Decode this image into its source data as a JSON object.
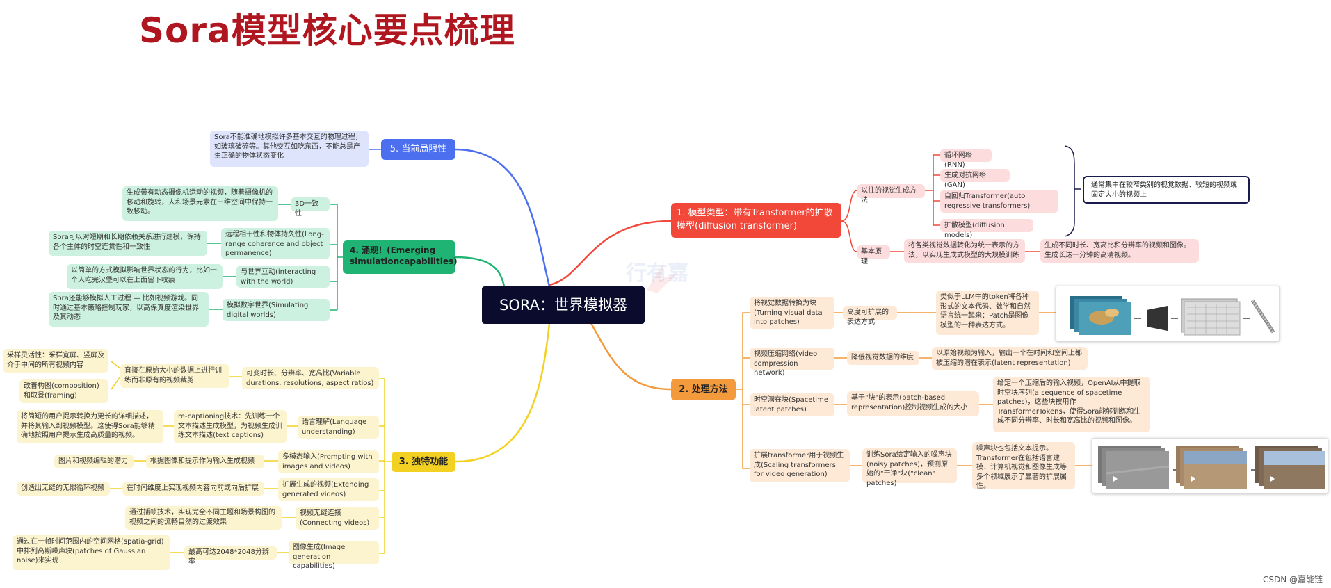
{
  "title": "Sora模型核心要点梳理",
  "root": "SORA：世界模拟器",
  "watermark": "行有嘉",
  "credit": "CSDN @嘉能链",
  "branch1": {
    "label": "1. 模型类型：带有Transformer的扩散模型(diffusion transformer)",
    "prev": "以往的视觉生成方法",
    "prev_items": [
      "循环网络(RNN)",
      "生成对抗网络(GAN)",
      "自回归Transformer(auto regressive transformers)",
      "扩散模型(diffusion models)"
    ],
    "prev_note": "通常集中在较窄类别的视觉数据、较短的视频或固定大小的视频上",
    "basic": "基本原理",
    "basic_desc": "将各类视觉数据转化为统一表示的方法，以实现生成式模型的大规模训练",
    "basic_result": "生成不同时长、宽高比和分辨率的视频和图像。生成长达一分钟的高清视频。"
  },
  "branch2": {
    "label": "2. 处理方法",
    "items": [
      {
        "a": "将视觉数据转换为块(Turning visual data into patches)",
        "b": "高度可扩展的表达方式",
        "c": "类似于LLM中的token将各种形式的文本代码、数学和自然语言统一起来：Patch是图像模型的一种表达方式。"
      },
      {
        "a": "视频压缩网络(video compression network)",
        "b": "降低视觉数据的维度",
        "c": "以原始视频为输入，输出一个在时间和空间上都被压缩的潜在表示(latent representation)"
      },
      {
        "a": "时空潜在块(Spacetime latent patches)",
        "b": "基于\"块\"的表示(patch-based representation)控制视频生成的大小",
        "c": "给定一个压缩后的输入视频，OpenAI从中提取时空块序列(a sequence of spacetime patches)，这些块被用作TransformerTokens，使得Sora能够训练和生成不同分辨率、时长和宽高比的视频和图像。"
      },
      {
        "a": "扩展transformer用于视频生成(Scaling transformers for video generation)",
        "b": "训练Sora给定输入的噪声块(noisy patches)，预测原始的\"干净\"块(\"clean\" patches)",
        "c": "噪声块也包括文本提示。Transformer在包括语言建模、计算机视觉和图像生成等多个领域展示了显著的扩展属性。"
      }
    ]
  },
  "branch3": {
    "label": "3. 独特功能",
    "items": [
      {
        "a": "可变时长、分辨率、宽高比(Variable durations, resolutions, aspect ratios)",
        "b": "直接在原始大小的数据上进行训练而非原有的视频裁剪",
        "c": [
          "采样灵活性：采样宽屏、竖屏及介于中间的所有视频内容",
          "改善构图(composition)和取景(framing)"
        ]
      },
      {
        "a": "语言理解(Language understanding)",
        "b": "re-captioning技术：先训练一个文本描述生成模型，为视频生成训练文本描述(text captions)",
        "c": [
          "将简短的用户提示转换为更长的详细描述，并将其输入到视频模型。这使得Sora能够精确地按照用户提示生成高质量的视频。"
        ]
      },
      {
        "a": "多模态输入(Prompting with images and videos)",
        "b": "根据图像和提示作为输入生成视频",
        "c": [
          "图片和视频编辑的潜力"
        ]
      },
      {
        "a": "扩展生成的视频(Extending generated videos)",
        "b": "在时间维度上实现视频内容向前或向后扩展",
        "c": [
          "创造出无缝的无限循环视频"
        ]
      },
      {
        "a": "视频无缝连接(Connecting videos)",
        "b": "通过插帧技术，实现完全不同主题和场景构图的视频之间的流畅自然的过渡效果",
        "c": []
      },
      {
        "a": "图像生成(Image generation capabilities)",
        "b": "最高可达2048*2048分辨率",
        "c": [
          "通过在一帧时间范围内的空间网格(spatia-grid)中排列高斯噪声块(patches of Gaussian noise)来实现"
        ]
      }
    ]
  },
  "branch4": {
    "label": "4. 涌现！(Emerging simulationcapabilities)",
    "items": [
      {
        "a": "3D一致性",
        "b": "生成带有动态摄像机运动的视频，随着摄像机的移动和旋转，人和场景元素在三维空间中保持一致移动。"
      },
      {
        "a": "远程相干性和物体持久性(Long-range coherence and object permanence)",
        "b": "Sora可以对短期和长期依赖关系进行建模，保持各个主体的时空连贯性和一致性"
      },
      {
        "a": "与世界互动(interacting with the world)",
        "b": "以简单的方式模拟影响世界状态的行为，比如一个人吃完汉堡可以在上面留下咬痕"
      },
      {
        "a": "模拟数字世界(Simulating digital worlds)",
        "b": "Sora还能够模拟人工过程 — 比如视频游戏。同时通过基本策略控制玩家，以高保真度渲染世界及其动态"
      }
    ]
  },
  "branch5": {
    "label": "5. 当前局限性",
    "desc": "Sora不能准确地模拟许多基本交互的物理过程，如玻璃破碎等。其他交互如吃东西，不能总是产生正确的物体状态变化"
  },
  "colors": {
    "b1": "#f2483a",
    "b2": "#f39a3c",
    "b3": "#f2d122",
    "b4": "#1fb374",
    "b5": "#4b6fef"
  }
}
